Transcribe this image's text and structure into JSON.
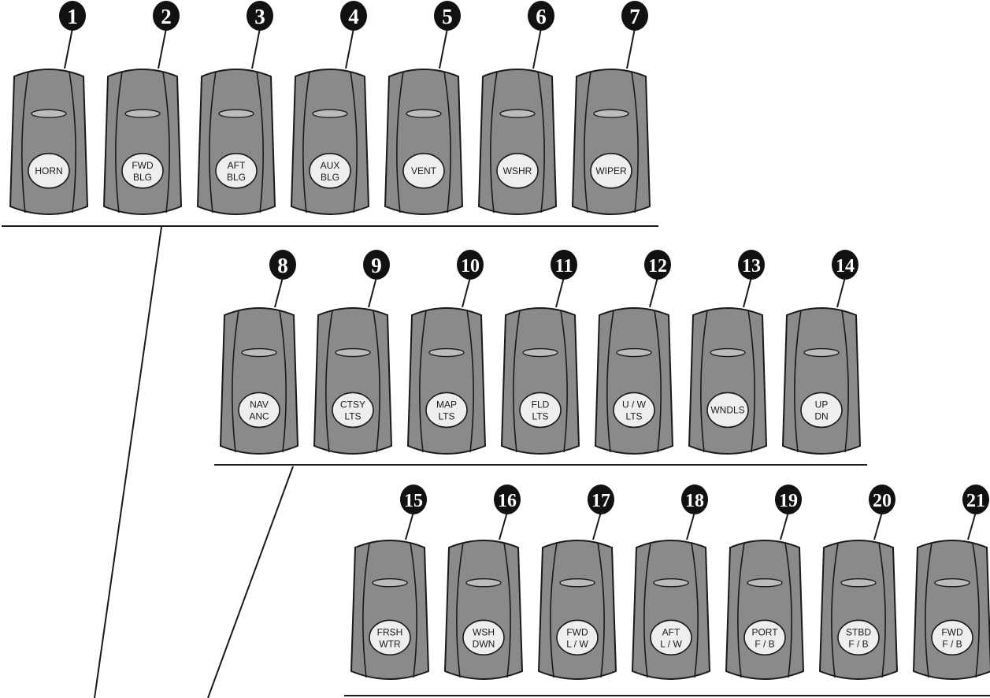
{
  "diagram": {
    "rows": [
      {
        "switches": [
          {
            "number": "1",
            "label": [
              "HORN"
            ]
          },
          {
            "number": "2",
            "label": [
              "FWD",
              "BLG"
            ]
          },
          {
            "number": "3",
            "label": [
              "AFT",
              "BLG"
            ]
          },
          {
            "number": "4",
            "label": [
              "AUX",
              "BLG"
            ]
          },
          {
            "number": "5",
            "label": [
              "VENT"
            ]
          },
          {
            "number": "6",
            "label": [
              "WSHR"
            ]
          },
          {
            "number": "7",
            "label": [
              "WIPER"
            ]
          }
        ]
      },
      {
        "switches": [
          {
            "number": "8",
            "label": [
              "NAV",
              "ANC"
            ]
          },
          {
            "number": "9",
            "label": [
              "CTSY",
              "LTS"
            ]
          },
          {
            "number": "10",
            "label": [
              "MAP",
              "LTS"
            ]
          },
          {
            "number": "11",
            "label": [
              "FLD",
              "LTS"
            ]
          },
          {
            "number": "12",
            "label": [
              "U / W",
              "LTS"
            ]
          },
          {
            "number": "13",
            "label": [
              "WNDLS"
            ]
          },
          {
            "number": "14",
            "label": [
              "UP",
              "DN"
            ]
          }
        ]
      },
      {
        "switches": [
          {
            "number": "15",
            "label": [
              "FRSH",
              "WTR"
            ]
          },
          {
            "number": "16",
            "label": [
              "WSH",
              "DWN"
            ]
          },
          {
            "number": "17",
            "label": [
              "FWD",
              "L / W"
            ]
          },
          {
            "number": "18",
            "label": [
              "AFT",
              "L / W"
            ]
          },
          {
            "number": "19",
            "label": [
              "PORT",
              "F / B"
            ]
          },
          {
            "number": "20",
            "label": [
              "STBD",
              "F / B"
            ]
          },
          {
            "number": "21",
            "label": [
              "FWD",
              "F / B"
            ]
          }
        ]
      }
    ],
    "colors": {
      "switch_body": "#8a8a8a",
      "switch_outline": "#1a1a1a",
      "indicator": "#bcbcbc",
      "label_disc": "#eeeeee",
      "callout": "#111111",
      "line": "#1a1a1a"
    }
  }
}
